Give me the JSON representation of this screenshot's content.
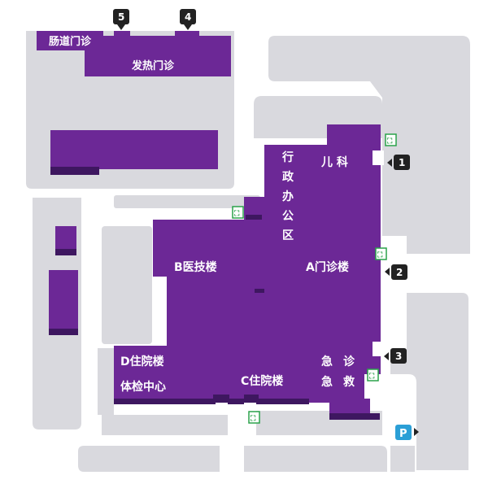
{
  "colors": {
    "building": "#6c2896",
    "building_edge": "#3e1760",
    "ground": "#d9d9de",
    "background": "#ffffff",
    "marker": "#222222",
    "parking": "#2b9fd6",
    "exit_icon": "#2aa24a"
  },
  "labels": {
    "intestinal_clinic": "肠道门诊",
    "fever_clinic": "发热门诊",
    "pediatrics": "儿 科",
    "admin_area": [
      "行",
      "政",
      "办",
      "公",
      "区"
    ],
    "b_building": "B医技楼",
    "a_building": "A门诊楼",
    "d_building": "D住院楼",
    "checkup_center": "体检中心",
    "c_building": "C住院楼",
    "emergency_col1": [
      "急",
      "急"
    ],
    "emergency_col2": [
      "诊",
      "救"
    ]
  },
  "entrances": [
    "1",
    "2",
    "3",
    "4",
    "5"
  ],
  "parking_label": "P",
  "icons": {
    "exit": "emergency-exit-icon",
    "parking": "parking-icon",
    "entrance_marker": "entrance-marker-icon"
  }
}
